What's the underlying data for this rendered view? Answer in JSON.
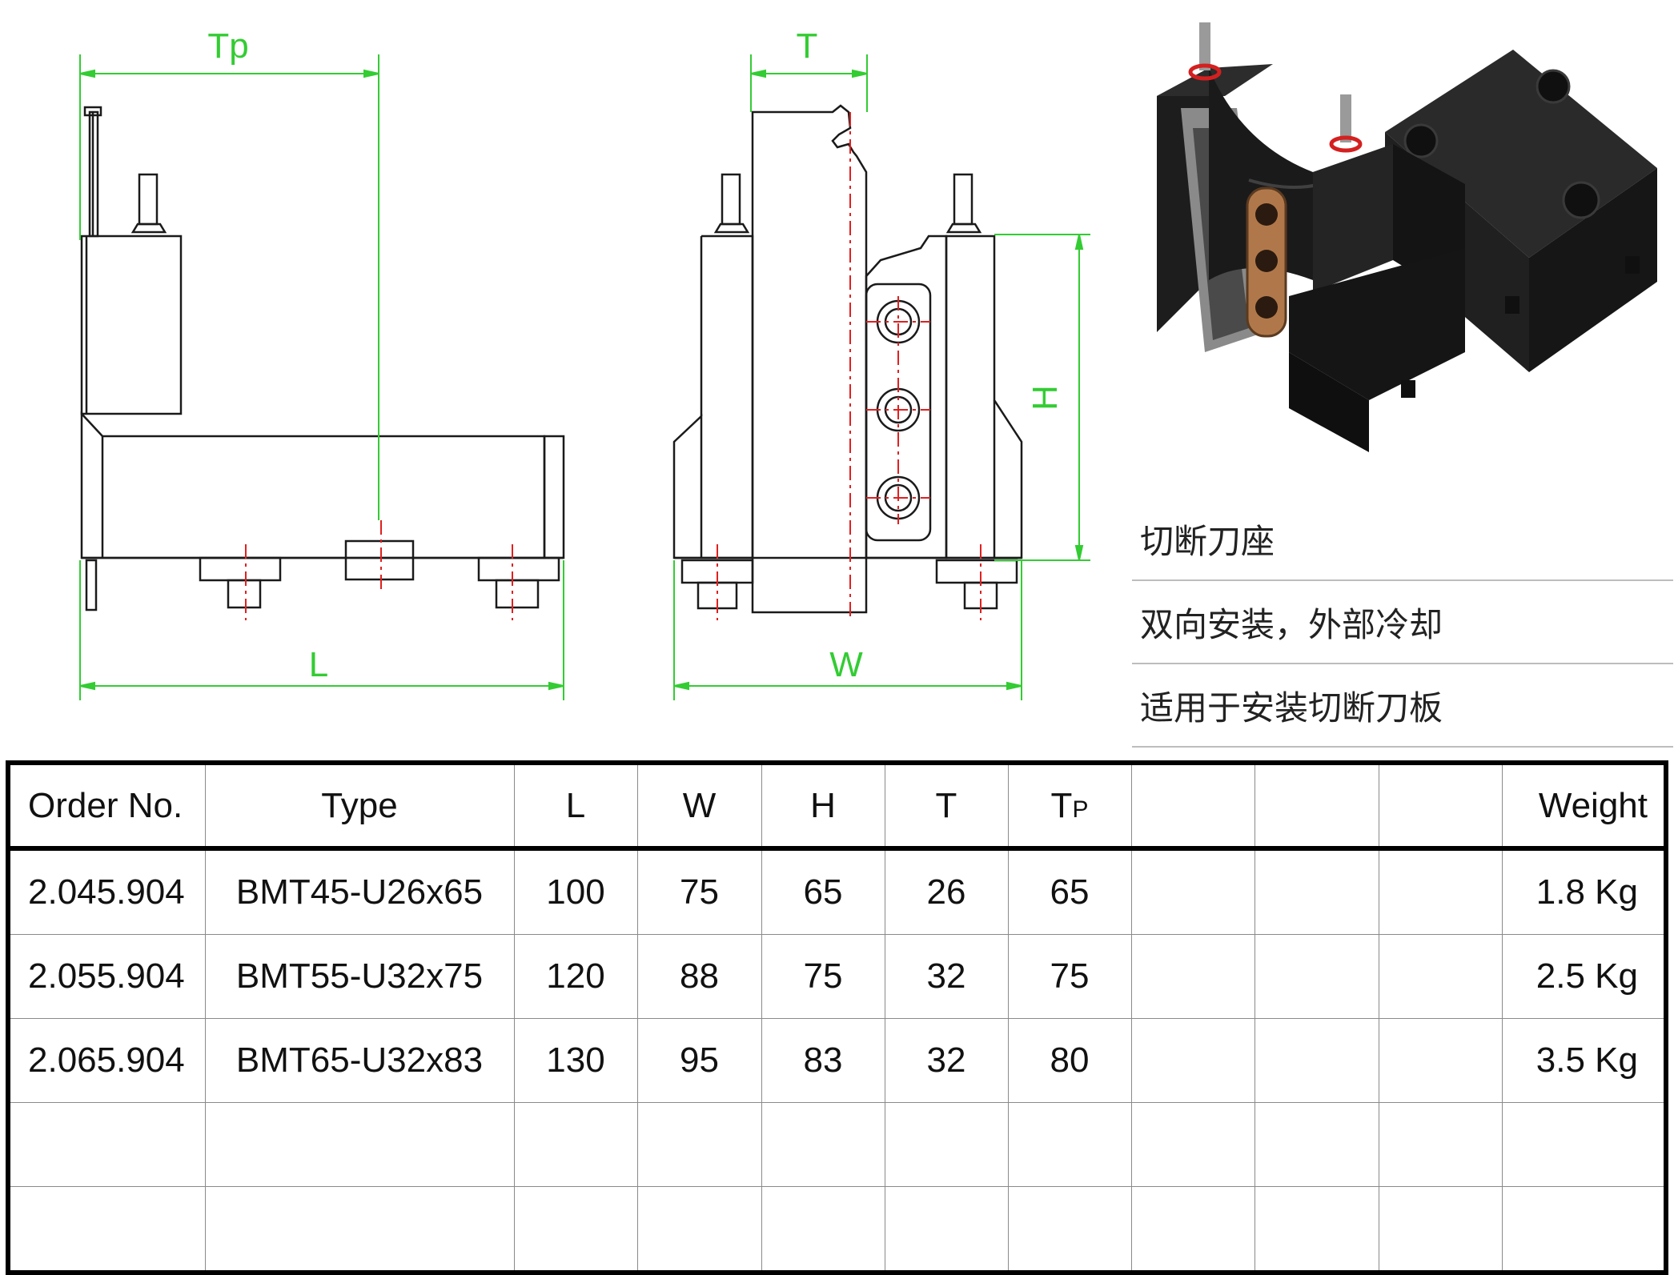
{
  "drawing": {
    "label_tp": "Tp",
    "label_t": "T",
    "label_h": "H",
    "label_l": "L",
    "label_w": "W"
  },
  "description": {
    "line1": "切断刀座",
    "line2": "双向安装，外部冷却",
    "line3": "适用于安装切断刀板"
  },
  "table": {
    "headers": {
      "order": "Order No.",
      "type": "Type",
      "l": "L",
      "w": "W",
      "h": "H",
      "t": "T",
      "tp_main": "T",
      "tp_sub": "P",
      "blank1": "",
      "blank2": "",
      "blank3": "",
      "weight": "Weight"
    },
    "rows": [
      {
        "order": "2.045.904",
        "type": "BMT45-U26x65",
        "l": "100",
        "w": "75",
        "h": "65",
        "t": "26",
        "tp": "65",
        "weight": "1.8 Kg"
      },
      {
        "order": "2.055.904",
        "type": "BMT55-U32x75",
        "l": "120",
        "w": "88",
        "h": "75",
        "t": "32",
        "tp": "75",
        "weight": "2.5 Kg"
      },
      {
        "order": "2.065.904",
        "type": "BMT65-U32x83",
        "l": "130",
        "w": "95",
        "h": "83",
        "t": "32",
        "tp": "80",
        "weight": "3.5 Kg"
      },
      {
        "order": "",
        "type": "",
        "l": "",
        "w": "",
        "h": "",
        "t": "",
        "tp": "",
        "weight": ""
      },
      {
        "order": "",
        "type": "",
        "l": "",
        "w": "",
        "h": "",
        "t": "",
        "tp": "",
        "weight": ""
      }
    ]
  },
  "colors": {
    "dimension_line": "#33cc33",
    "center_line": "#e02020",
    "outline": "#1a1a1a",
    "body_dark": "#1c1c1c",
    "insert_copper": "#b0784a",
    "ring_red": "#d42020"
  }
}
